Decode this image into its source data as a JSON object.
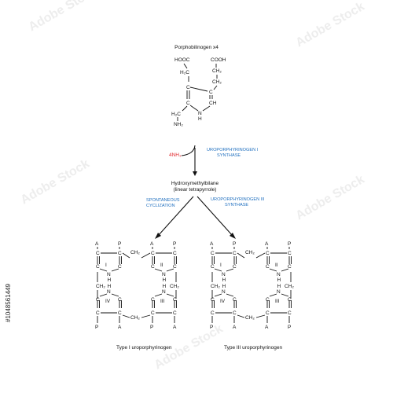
{
  "title": "Porphobilinogen x4",
  "pbg": {
    "hooc": "HOOC",
    "cooh": "COOH",
    "ch2_left": "H₂C",
    "ch2_right1": "CH₂",
    "ch2_right2": "CH₂",
    "c": "C",
    "nh": "N",
    "h": "H",
    "ch": "CH",
    "h2c_amine": "H₂C",
    "nh2": "NH₂"
  },
  "step1": {
    "reagent": "4NH₃",
    "enzyme_line1": "UROPORPHYRINOGEN I",
    "enzyme_line2": "SYNTHASE"
  },
  "intermediate": {
    "name": "Hydroxymethylbilane",
    "subtitle": "(linear tetrapyrrole)"
  },
  "branch_left": {
    "line1": "SPONTANEOUS",
    "line2": "CYCLIZATION"
  },
  "branch_right": {
    "line1": "UROPORPHYRINOGEN III",
    "line2": "SYNTHASE"
  },
  "products": {
    "type1": "Type I  uroporphyrinogen",
    "type3": "Type III  uroporphyrinogen",
    "ring_labels": [
      "I",
      "II",
      "III",
      "IV"
    ],
    "sub_a": "A",
    "sub_p": "P",
    "ch2": "CH₂"
  },
  "watermark": "Adobe Stock",
  "stock_id": "#1048561449",
  "colors": {
    "reagent": "#e0262b",
    "enzyme": "#1f6fbf",
    "text": "#111111"
  }
}
